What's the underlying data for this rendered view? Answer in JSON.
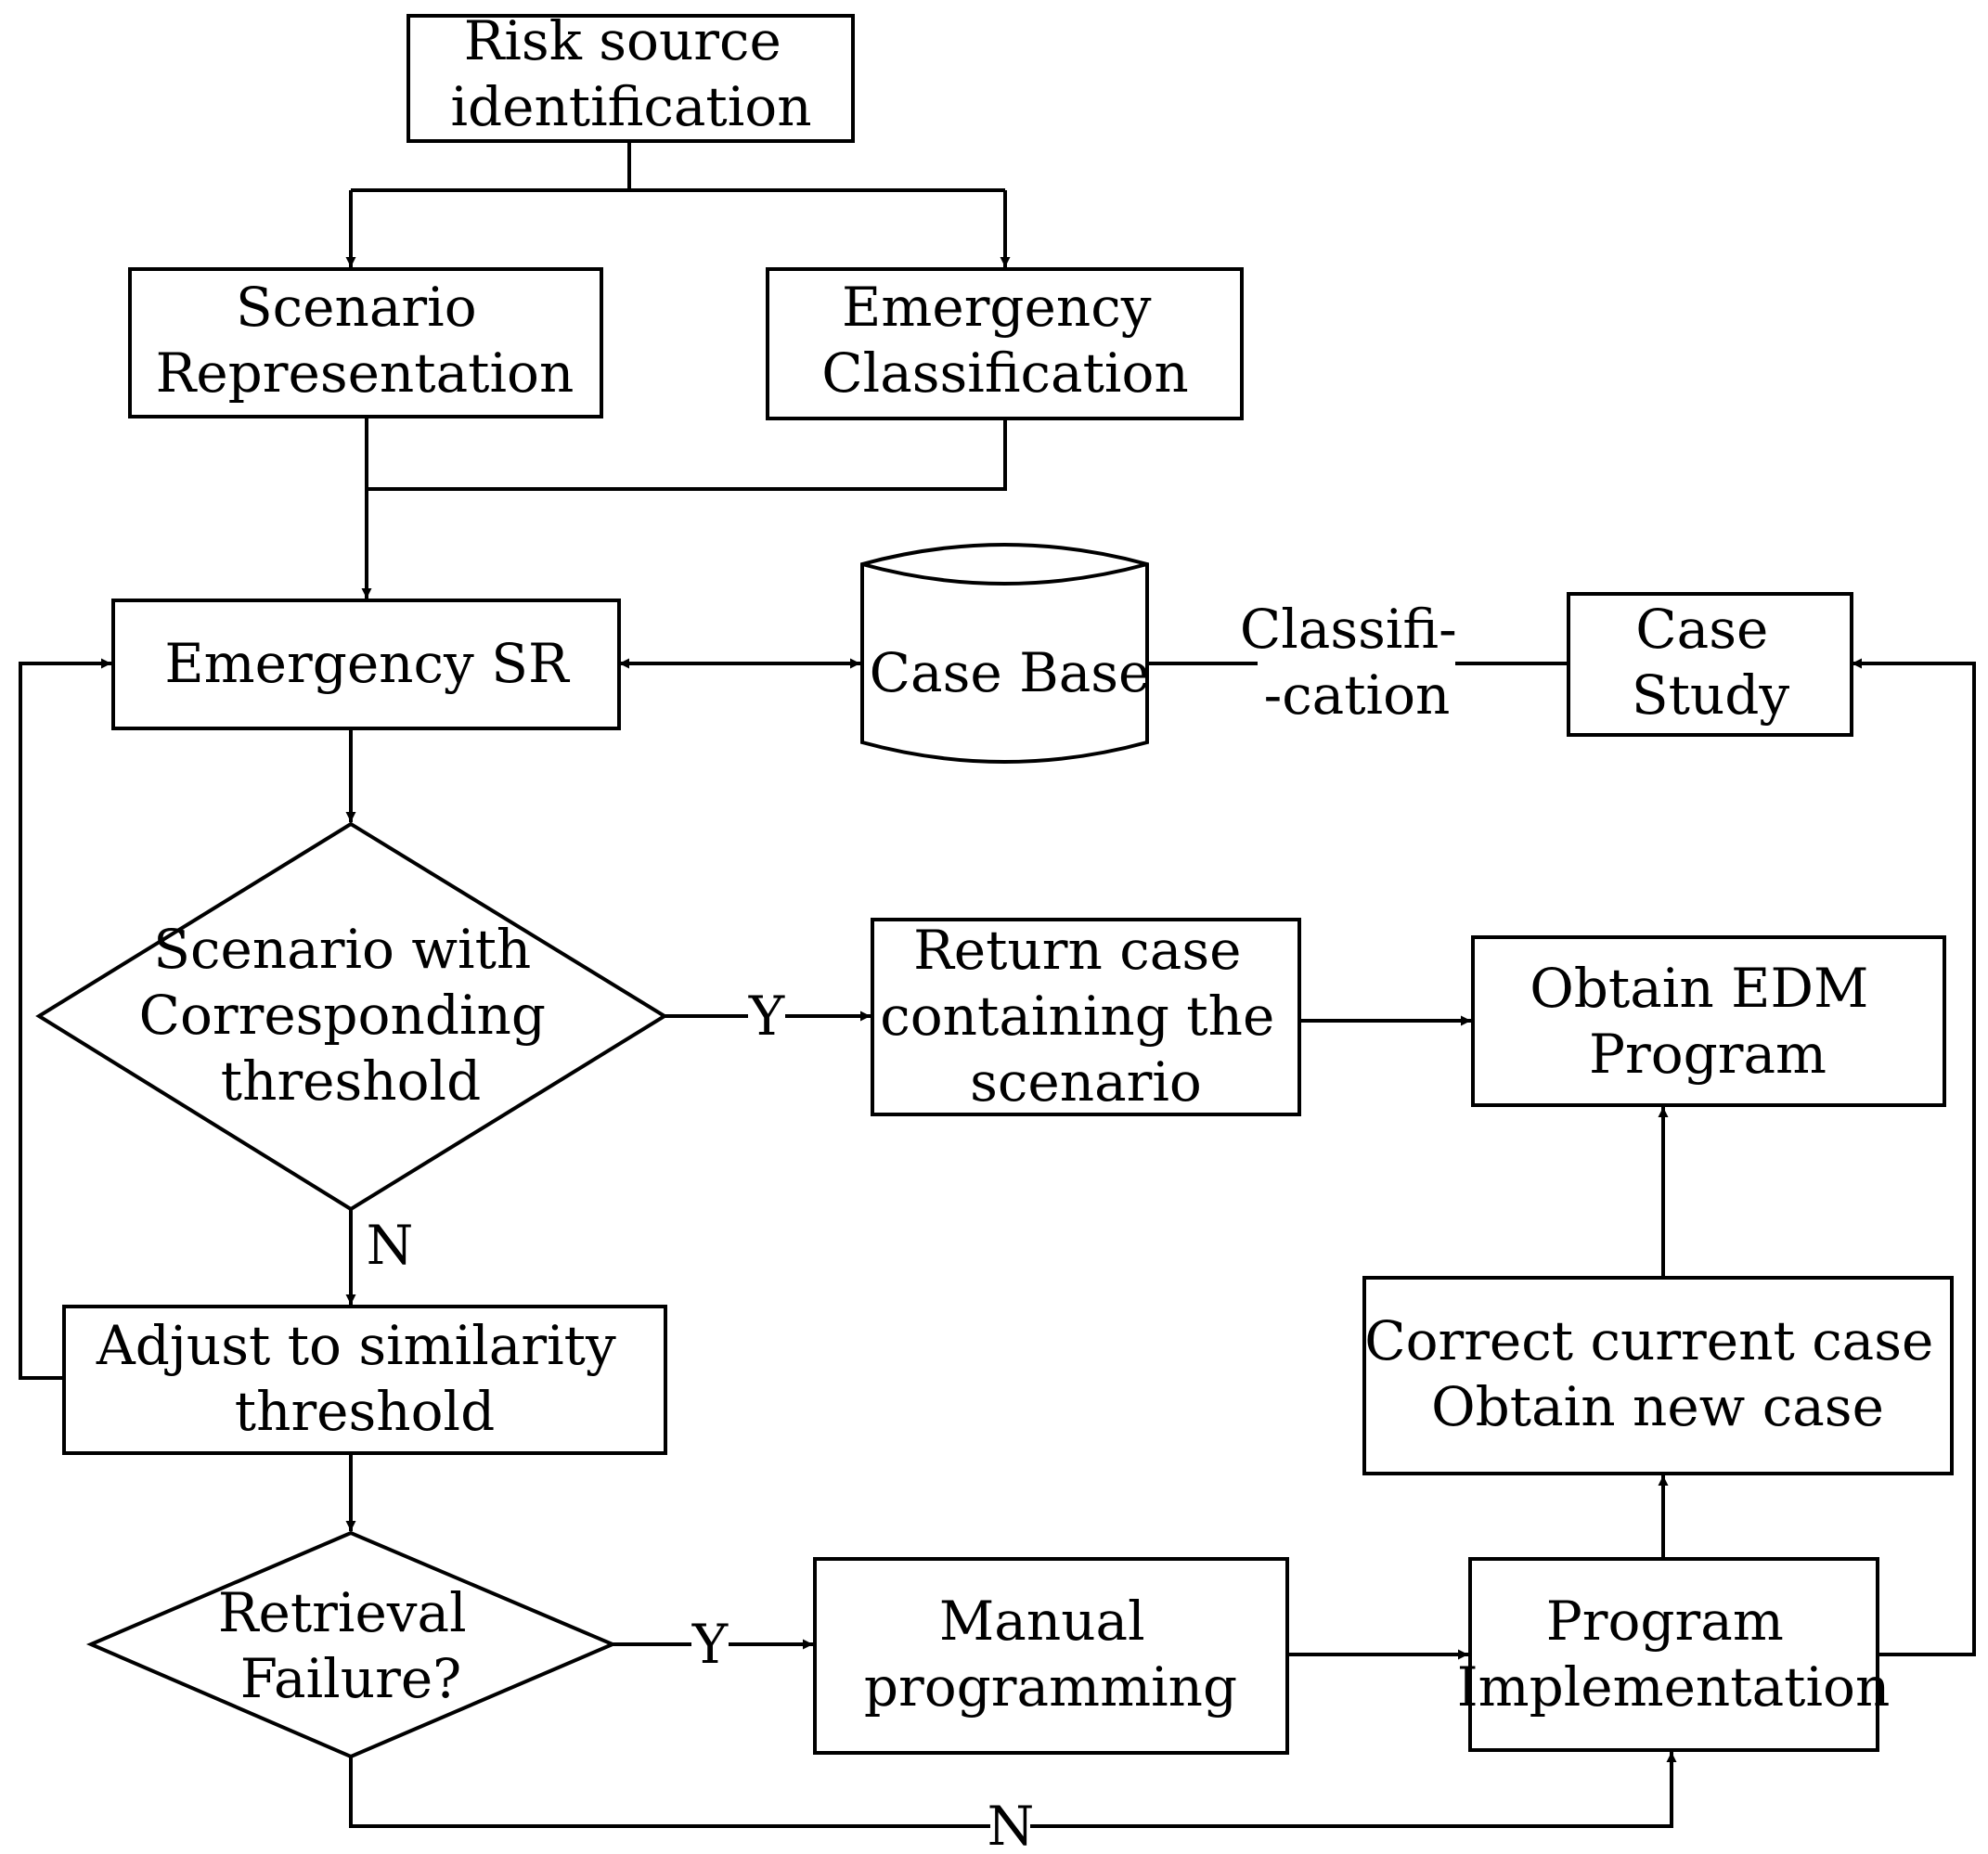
{
  "colors": {
    "stroke": "#000000",
    "fill": "#ffffff"
  },
  "nodes": {
    "risk_source": [
      "Risk source",
      "identification"
    ],
    "scenario_rep": [
      "Scenario",
      "Representation"
    ],
    "emergency_class": [
      "Emergency",
      "Classification"
    ],
    "emergency_sr": [
      "Emergency SR"
    ],
    "case_base": [
      "Case Base"
    ],
    "case_study": [
      "Case",
      "Study"
    ],
    "decision_threshold": [
      "Scenario with",
      "Corresponding",
      "threshold"
    ],
    "return_case": [
      "Return case",
      "containing the",
      "scenario"
    ],
    "obtain_edm": [
      "Obtain EDM",
      "Program"
    ],
    "adjust_threshold": [
      "Adjust to similarity",
      "threshold"
    ],
    "correct_case": [
      "Correct current case",
      "Obtain new case"
    ],
    "retrieval_failure": [
      "Retrieval",
      "Failure?"
    ],
    "manual_programming": [
      "Manual",
      "programming"
    ],
    "program_impl": [
      "Program",
      "Implementation"
    ]
  },
  "edge_labels": {
    "classification": [
      "Classifi-",
      "-cation"
    ],
    "yes_threshold": "Y",
    "no_threshold": "N",
    "yes_failure": "Y",
    "no_failure": "N"
  }
}
